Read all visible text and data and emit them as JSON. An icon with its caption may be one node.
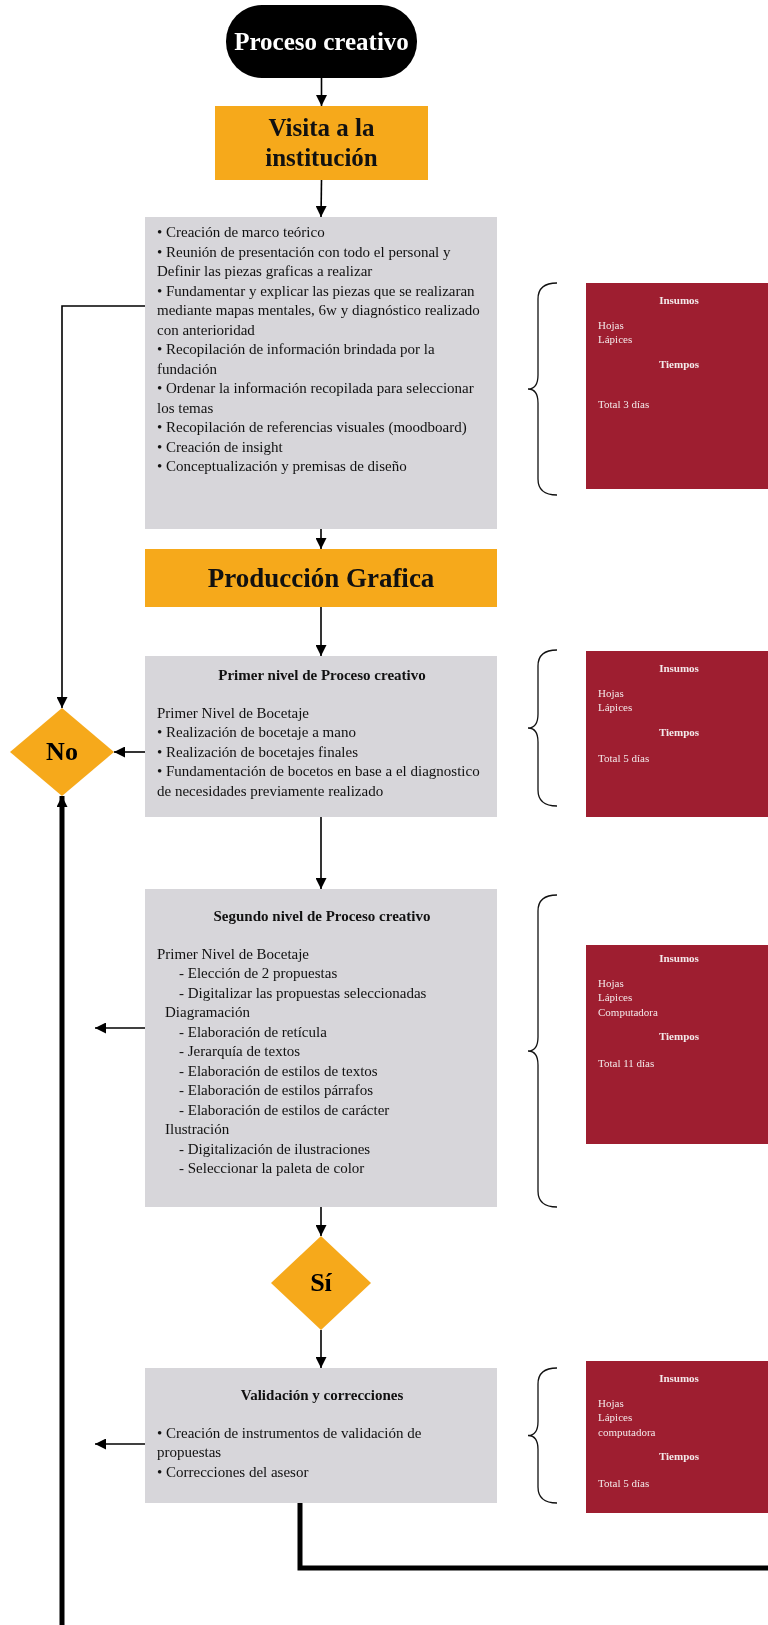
{
  "diagram": {
    "nodes": [
      {
        "text": [
          "Proceso creativo"
        ]
      },
      {
        "text": [
          "Visita a la institución"
        ]
      },
      {
        "text": [
          "• Creación de marco teórico",
          "• Reunión de presentación con todo el personal y Definir las piezas graficas a realizar",
          "• Fundamentar y explicar las piezas que se realizaran mediante mapas mentales, 6w y diagnóstico realizado con anterioridad",
          "• Recopilación de información brindada por la fundación",
          "• Ordenar la información recopilada para seleccionar los temas",
          "• Recopilación de referencias visuales (moodboard)",
          "• Creación de insight",
          "• Conceptualización y premisas de diseño"
        ]
      },
      {
        "text": [
          "Insumos",
          "Hojas",
          "Lápices",
          "Tiempos",
          "Total 3 días"
        ]
      },
      {
        "text": [
          "Producción Grafica"
        ]
      },
      {
        "text": [
          "Primer nivel de Proceso creativo",
          "Primer Nivel de Bocetaje",
          "• Realización de bocetaje a mano",
          "• Realización de bocetajes finales",
          "• Fundamentación de bocetos en base a el diagnostico de necesidades previamente realizado"
        ]
      },
      {
        "text": [
          "No"
        ]
      },
      {
        "text": [
          "Insumos",
          "Hojas",
          "Lápices",
          "Tiempos",
          "Total 5 días"
        ]
      },
      {
        "text": [
          "Segundo nivel de Proceso creativo",
          "Primer Nivel de Bocetaje",
          "- Elección de 2 propuestas",
          "- Digitalizar las propuestas seleccionadas",
          "Diagramación",
          "- Elaboración de retícula",
          "- Jerarquía de textos",
          "- Elaboración de estilos de textos",
          "- Elaboración de estilos párrafos",
          "- Elaboración de estilos de carácter",
          "Ilustración",
          "- Digitalización de ilustraciones",
          "- Seleccionar la paleta de color"
        ]
      },
      {
        "text": [
          "Insumos",
          "Hojas",
          "Lápices",
          "Computadora",
          "Tiempos",
          "Total 11 días"
        ]
      },
      {
        "text": [
          "Sí"
        ]
      },
      {
        "text": [
          "Validación y correcciones",
          "• Creación de instrumentos de validación de propuestas",
          "• Correcciones del asesor"
        ]
      },
      {
        "text": [
          "Insumos",
          "Hojas",
          "Lápices",
          "computadora",
          "Tiempos",
          "Total 5 días"
        ]
      }
    ],
    "edges": [
      {
        "from": 0,
        "to": 1,
        "arrow": "to"
      },
      {
        "from": 1,
        "to": 2,
        "arrow": "to"
      },
      {
        "from": 2,
        "to": 4,
        "arrow": "to"
      },
      {
        "from": 4,
        "to": 5,
        "arrow": "to"
      },
      {
        "from": 5,
        "to": 6,
        "arrow": "to"
      },
      {
        "from": 2,
        "to": 6,
        "arrow": "to"
      },
      {
        "from": 5,
        "to": 8,
        "arrow": "to"
      },
      {
        "from": 8,
        "to": 10,
        "arrow": "to"
      },
      {
        "from": 10,
        "to": 11,
        "arrow": "to"
      },
      {
        "from": 8,
        "to": null,
        "arrow": "to"
      },
      {
        "from": 11,
        "to": null,
        "arrow": "to"
      },
      {
        "from": 11,
        "to": null,
        "arrow": "none",
        "style": "thick"
      },
      {
        "from": null,
        "to": 6,
        "arrow": "to",
        "style": "thick"
      }
    ]
  }
}
